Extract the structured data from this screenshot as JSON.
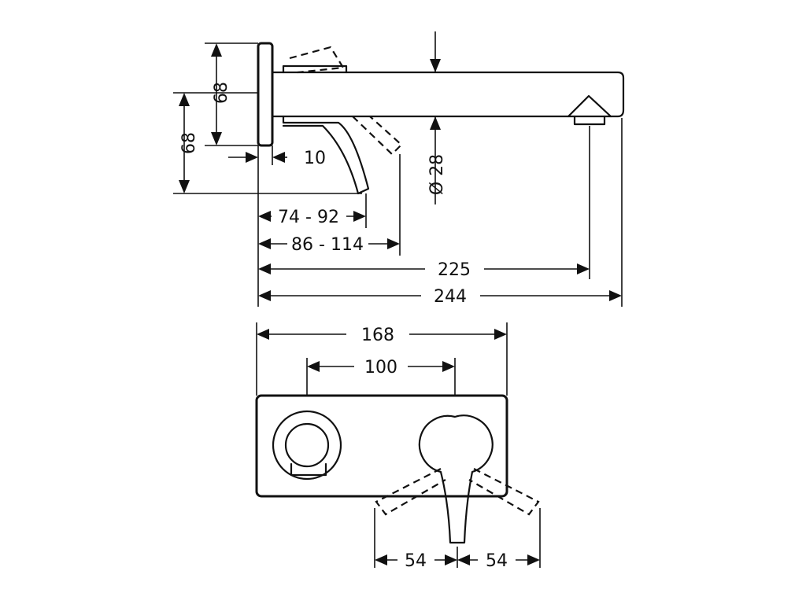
{
  "side_view": {
    "dim_height_top": "68",
    "dim_height_bottom": "68",
    "dim_thickness": "10",
    "dim_diameter": "Ø 28",
    "dim_lever_range_1": "74 - 92",
    "dim_lever_range_2": "86 - 114",
    "dim_spout_outlet": "225",
    "dim_total_length": "244"
  },
  "front_view": {
    "dim_plate_width": "168",
    "dim_center_distance": "100",
    "dim_lever_left": "54",
    "dim_lever_right": "54"
  }
}
